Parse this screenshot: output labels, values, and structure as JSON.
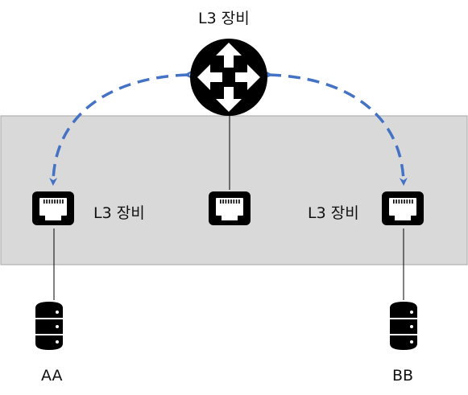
{
  "router": {
    "label": "L3 장비",
    "icon": "router-icon"
  },
  "switch_left": {
    "label": "L3 장비",
    "icon": "ethernet-port-icon"
  },
  "switch_center": {
    "icon": "ethernet-port-icon"
  },
  "switch_right": {
    "label": "L3 장비",
    "icon": "ethernet-port-icon"
  },
  "server_left": {
    "label": "AA",
    "icon": "database-server-icon"
  },
  "server_right": {
    "label": "BB",
    "icon": "database-server-icon"
  },
  "colors": {
    "panel_fill": "#d9d9d9",
    "panel_stroke": "#a6a6a6",
    "arrow": "#4472c4",
    "icon": "#000000"
  }
}
